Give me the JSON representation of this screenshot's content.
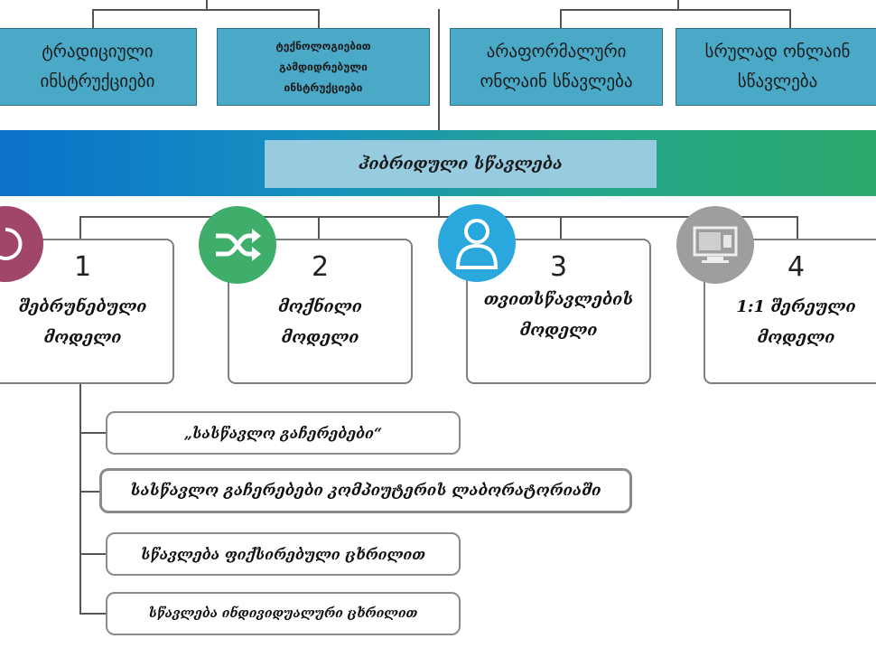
{
  "top_boxes": [
    {
      "label": "ტრადიციული ინსტრუქციები"
    },
    {
      "label": "ტექნოლოგიებით გამდიდრებული ინსტრუქციები"
    },
    {
      "label": "არაფორმალური ონლაინ სწავლება"
    },
    {
      "label": "სრულად ონლაინ სწავლება"
    }
  ],
  "center": {
    "label": "ჰიბრიდული სწავლება"
  },
  "models": [
    {
      "number": "1",
      "label": "შებრუნებული მოდელი",
      "icon": "rotate-icon",
      "color": "#a0466b"
    },
    {
      "number": "2",
      "label": "მოქნილი მოდელი",
      "icon": "shuffle-icon",
      "color": "#3fae6b"
    },
    {
      "number": "3",
      "label": "თვითსწავლების მოდელი",
      "icon": "user-icon",
      "color": "#2aa7dd"
    },
    {
      "number": "4",
      "label": "1:1 შერეული მოდელი",
      "icon": "computer-icon",
      "color": "#9e9e9e"
    }
  ],
  "sub_items": [
    {
      "label": "„სასწავლო გაჩერებები“"
    },
    {
      "label": "სასწავლო გაჩერებები კომპიუტერის ლაბორატორიაში"
    },
    {
      "label": "სწავლება ფიქსირებული ცხრილით"
    },
    {
      "label": "სწავლება ინდივიდუალური ცხრილით"
    }
  ]
}
